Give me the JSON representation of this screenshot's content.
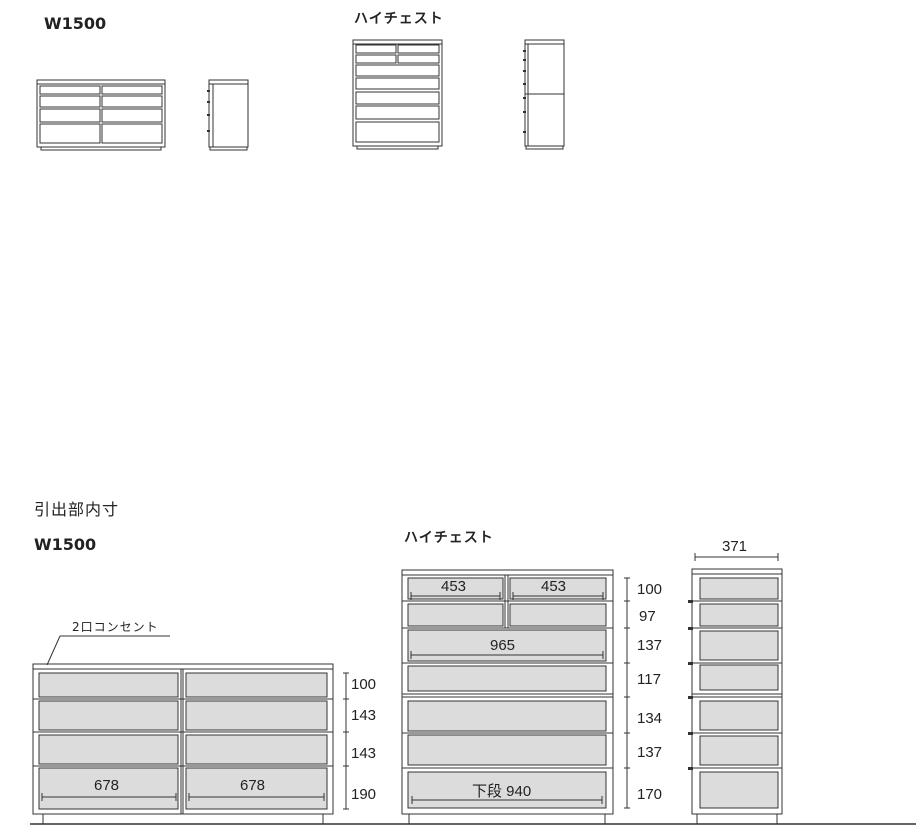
{
  "top": {
    "w1500_title": "W1500",
    "highchest_title": "ハイチェスト"
  },
  "bottom": {
    "section_title": "引出部内寸",
    "w1500_title": "W1500",
    "highchest_title": "ハイチェスト",
    "outlet_label": "2口コンセント",
    "w1500_widths": [
      "678",
      "678"
    ],
    "w1500_heights": [
      "100",
      "143",
      "143",
      "190"
    ],
    "highchest_widths_row1": [
      "453",
      "453"
    ],
    "highchest_width_row3": "965",
    "highchest_width_bottom": "下段 940",
    "highchest_heights": [
      "100",
      "97",
      "137",
      "117",
      "134",
      "137",
      "170"
    ],
    "side_depth": "371"
  },
  "colors": {
    "line": "#333333",
    "drawer_fill": "#dcdcdc",
    "cabinet_fill": "#ffffff"
  }
}
